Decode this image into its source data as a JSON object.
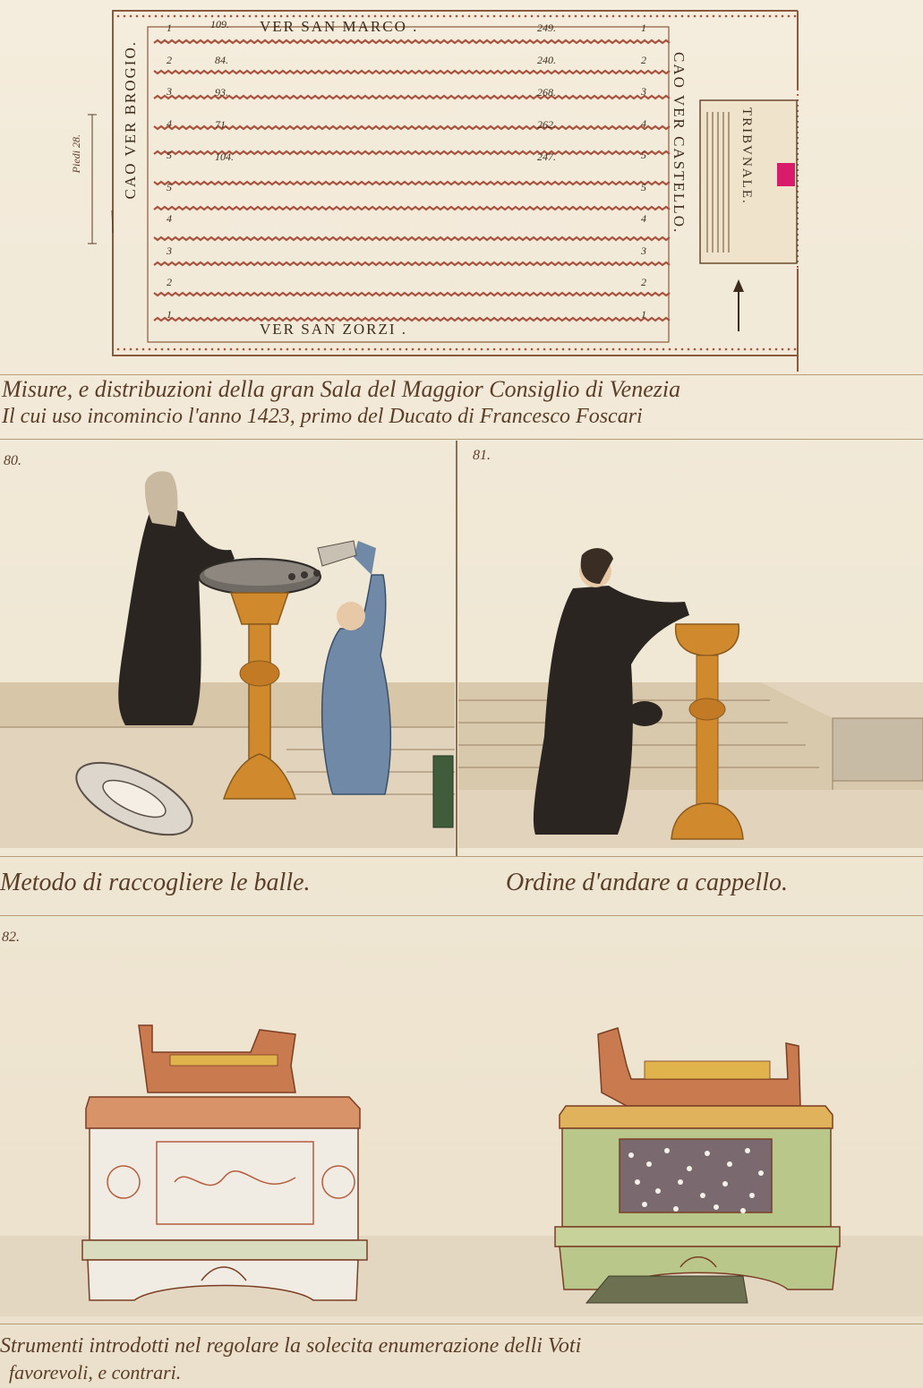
{
  "plan": {
    "top_label": "VER SAN MARCO .",
    "bottom_label": "VER SAN ZORZI .",
    "left_label": "CAO VER BROGIO.",
    "right_label": "CAO VER CASTELLO.",
    "tribunal_label": "TRIBVNALE.",
    "scale_label": "Piedi 28.",
    "top_count": "109.",
    "left_numbers": [
      "1",
      "2",
      "3",
      "4",
      "5",
      "5",
      "4",
      "3",
      "2",
      "1"
    ],
    "right_numbers": [
      "1",
      "2",
      "3",
      "4",
      "5",
      "5",
      "4",
      "3",
      "2",
      "1"
    ],
    "inner_left_values": [
      "84.",
      "93.",
      "71.",
      "104."
    ],
    "inner_right_values": [
      "249.",
      "240.",
      "268.",
      "262.",
      "247."
    ]
  },
  "captions": {
    "hall_line1": "Misure, e distribuzioni della gran Sala del Maggior Consiglio di Venezia",
    "hall_line2": "Il cui uso incomincio l'anno 1423, primo del Ducato di Francesco Foscari",
    "panel80_number": "80.",
    "panel81_number": "81.",
    "panel82_number": "82.",
    "panel80_title": "Metodo di raccogliere le balle.",
    "panel81_title": "Ordine d'andare a cappello.",
    "panel82_line1": "Strumenti introdotti nel regolare la solecita enumerazione delli Voti",
    "panel82_line2": "favorevoli, e contrari."
  },
  "colors": {
    "paper": "#f1eadb",
    "ink": "#3d2b1c",
    "bench_red": "#a8523e",
    "robe_black": "#2a2520",
    "robe_blue": "#6f89a6",
    "gold": "#d0892d",
    "box_green": "#b9c78a",
    "tribunal_pink": "#d81b6a"
  }
}
